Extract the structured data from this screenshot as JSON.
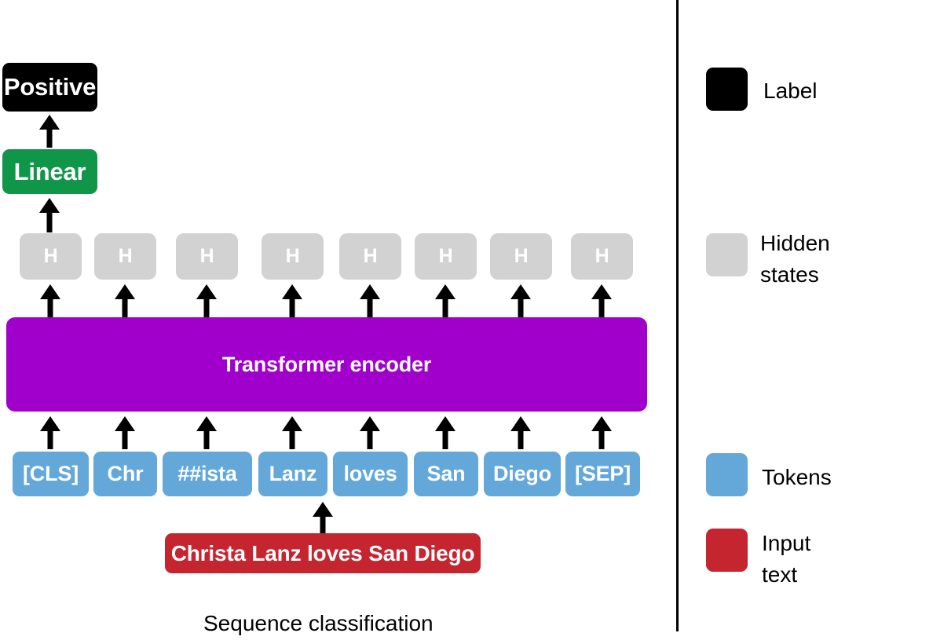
{
  "diagram": {
    "caption": "Sequence classification",
    "label_box": {
      "text": "Positive",
      "color": "#000000"
    },
    "linear_box": {
      "text": "Linear",
      "color": "#109648"
    },
    "encoder_box": {
      "text": "Transformer encoder",
      "color": "#a100cc"
    },
    "input_box": {
      "text": "Christa Lanz loves San Diego",
      "color": "#c5252f"
    },
    "hidden_states": [
      {
        "text": "H"
      },
      {
        "text": "H"
      },
      {
        "text": "H"
      },
      {
        "text": "H"
      },
      {
        "text": "H"
      },
      {
        "text": "H"
      },
      {
        "text": "H"
      },
      {
        "text": "H"
      }
    ],
    "hidden_color": "#d2d2d2",
    "tokens": [
      {
        "text": "[CLS]"
      },
      {
        "text": "Chr"
      },
      {
        "text": "##ista"
      },
      {
        "text": "Lanz"
      },
      {
        "text": "loves"
      },
      {
        "text": "San"
      },
      {
        "text": "Diego"
      },
      {
        "text": "[SEP]"
      }
    ],
    "token_color": "#63a8d8"
  },
  "legend": {
    "items": [
      {
        "label": "Label",
        "color": "#000000"
      },
      {
        "label": "Hidden\nstates",
        "color": "#d2d2d2"
      },
      {
        "label": "Tokens",
        "color": "#63a8d8"
      },
      {
        "label": "Input\ntext",
        "color": "#c5252f"
      }
    ]
  }
}
